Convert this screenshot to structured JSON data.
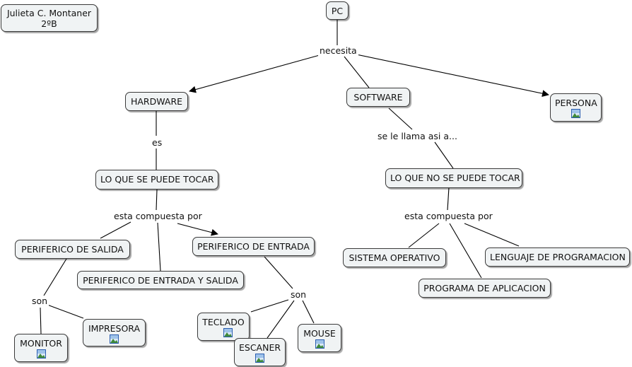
{
  "author": {
    "name": "Julieta C. Montaner",
    "group": "2ºB"
  },
  "nodes": {
    "pc": "PC",
    "hardware": "HARDWARE",
    "software": "SOFTWARE",
    "persona": "PERSONA",
    "se_puede_tocar": "LO QUE SE PUEDE TOCAR",
    "no_se_puede_tocar": "LO QUE NO SE PUEDE TOCAR",
    "periferico_salida": "PERIFERICO DE SALIDA",
    "periferico_entrada": "PERIFERICO DE ENTRADA",
    "periferico_entrada_salida": "PERIFERICO DE ENTRADA Y SALIDA",
    "monitor": "MONITOR",
    "impresora": "IMPRESORA",
    "teclado": "TECLADO",
    "escaner": "ESCANER",
    "mouse": "MOUSE",
    "sistema_operativo": "SISTEMA OPERATIVO",
    "programa_aplicacion": "PROGRAMA DE APLICACION",
    "lenguaje_programacion": "LENGUAJE DE PROGRAMACION"
  },
  "links": {
    "necesita": "necesita",
    "es": "es",
    "se_llama": "se le llama asi a...",
    "compuesta_hw": "esta compuesta por",
    "compuesta_sw": "esta compuesta por",
    "son_salida": "son",
    "son_entrada": "son"
  },
  "icons": {
    "image_attachment": "image-icon"
  },
  "colors": {
    "node_fill": "#f0f3f4",
    "node_border": "#3a3a3a",
    "line": "#000000"
  }
}
